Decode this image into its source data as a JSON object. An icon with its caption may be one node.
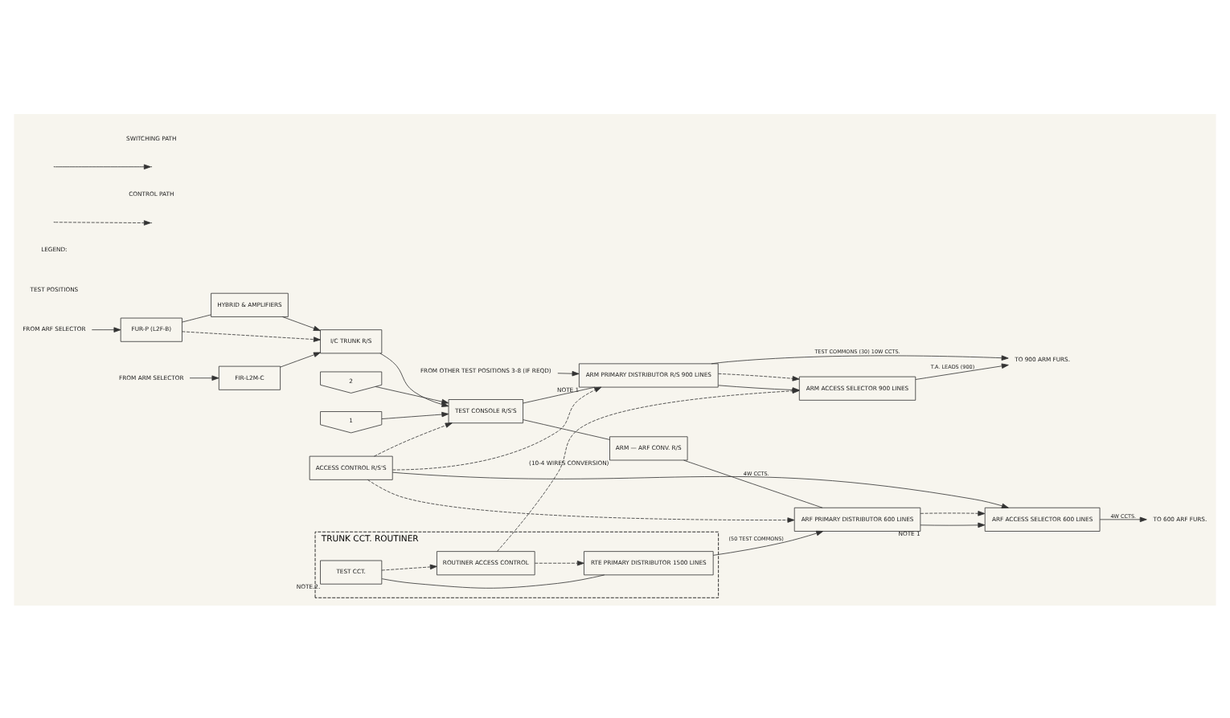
{
  "diagram": {
    "nodes": [
      {
        "text": [
          "1"
        ]
      },
      {
        "text": [
          "2"
        ]
      },
      {
        "text": [
          "TEST CONSOLE R/S'S"
        ]
      },
      {
        "text": [
          "ACCESS CONTROL R/S'S"
        ]
      },
      {
        "text": [
          "ARM PRIMARY DISTRIBUTOR R/S 900 LINES"
        ],
        "beside": [
          "NOTE 1"
        ]
      },
      {
        "text": [
          "ARM — ARF CONV. R/S"
        ],
        "beside": [
          "(10-4 WIRES CONVERSION)"
        ]
      },
      {
        "text": [
          "ARM ACCESS SELECTOR 900 LINES"
        ]
      },
      {
        "text": [
          "ARF PRIMARY DISTRIBUTOR 600 LINES"
        ],
        "beside": [
          "NOTE 1"
        ]
      },
      {
        "text": [
          "ARF ACCESS SELECTOR 600 LINES"
        ]
      },
      {
        "text": [
          "I/C TRUNK R/S"
        ]
      },
      {
        "text": [
          "HYBRID & AMPLIFIERS"
        ]
      },
      {
        "text": [
          "FIR-L2M-C"
        ]
      },
      {
        "text": [
          "FUR-P (L2F-B)"
        ]
      },
      {
        "text": [
          "TRUNK CCT. ROUTINER"
        ]
      },
      {
        "text": [
          "ROUTINER ACCESS CONTROL"
        ],
        "in": 13
      },
      {
        "text": [
          "TEST CCT."
        ],
        "in": 13,
        "beside": [
          "NOTE.2."
        ]
      },
      {
        "text": [
          "RTE PRIMARY DISTRIBUTOR 1500 LINES"
        ],
        "in": 13
      },
      {
        "text": [
          "FROM OTHER TEST POSITIONS 3-8 (IF REQD)"
        ]
      },
      {
        "text": [
          "TO 900 ARM FURS."
        ]
      },
      {
        "text": [
          "TO 600 ARF FURS."
        ]
      },
      {
        "text": [
          "FROM ARM SELECTOR"
        ]
      },
      {
        "text": [
          "FROM ARF SELECTOR"
        ]
      }
    ],
    "edges": [
      {
        "from": 0,
        "to": 2,
        "arrow": "to"
      },
      {
        "from": 1,
        "to": 2,
        "arrow": "to"
      },
      {
        "from": 9,
        "to": 2,
        "arrow": "to"
      },
      {
        "from": 2,
        "to": 4,
        "arrow": "none"
      },
      {
        "from": 2,
        "to": 5,
        "arrow": "none"
      },
      {
        "from": 5,
        "to": 7,
        "arrow": "none",
        "label": "4W CCTS."
      },
      {
        "from": 17,
        "to": 4,
        "arrow": "to"
      },
      {
        "from": 3,
        "to": 2,
        "arrow": "to",
        "style": "dashed"
      },
      {
        "from": 3,
        "to": 4,
        "arrow": "to",
        "style": "dashed"
      },
      {
        "from": 3,
        "to": 7,
        "arrow": "to",
        "style": "dashed"
      },
      {
        "from": 3,
        "to": 8,
        "arrow": "to"
      },
      {
        "from": 4,
        "to": 6,
        "arrow": "to"
      },
      {
        "from": 4,
        "to": 6,
        "arrow": "to",
        "style": "dashed"
      },
      {
        "from": 7,
        "to": 8,
        "arrow": "to"
      },
      {
        "from": 7,
        "to": 8,
        "arrow": "to",
        "style": "dashed"
      },
      {
        "from": 6,
        "to": 18,
        "arrow": "to",
        "label": "T.A. LEADS (900)"
      },
      {
        "from": 4,
        "to": 18,
        "arrow": "to",
        "label": "TEST COMMONS (30) 10W CCTS."
      },
      {
        "from": 8,
        "to": 19,
        "arrow": "to",
        "label": "4W CCTS."
      },
      {
        "from": 16,
        "to": 7,
        "arrow": "to",
        "label": "(50 TEST COMMONS)"
      },
      {
        "from": 14,
        "to": 6,
        "arrow": "to",
        "style": "dashed"
      },
      {
        "from": 14,
        "to": 16,
        "arrow": "to",
        "style": "dashed"
      },
      {
        "from": 15,
        "to": 14,
        "arrow": "to",
        "style": "dashed"
      },
      {
        "from": 15,
        "to": 16,
        "arrow": "none"
      },
      {
        "from": 10,
        "to": 9,
        "arrow": "to"
      },
      {
        "from": 12,
        "to": 10,
        "arrow": "none"
      },
      {
        "from": 12,
        "to": 9,
        "arrow": "to",
        "style": "dashed"
      },
      {
        "from": 11,
        "to": 9,
        "arrow": "to"
      },
      {
        "from": 20,
        "to": 11,
        "arrow": "to"
      },
      {
        "from": 21,
        "to": 12,
        "arrow": "to"
      }
    ],
    "labels": [
      "TEST POSITIONS",
      "LEGEND:"
    ],
    "legend": [
      {
        "text": "SWITCHING PATH"
      },
      {
        "text": "CONTROL PATH"
      }
    ]
  }
}
